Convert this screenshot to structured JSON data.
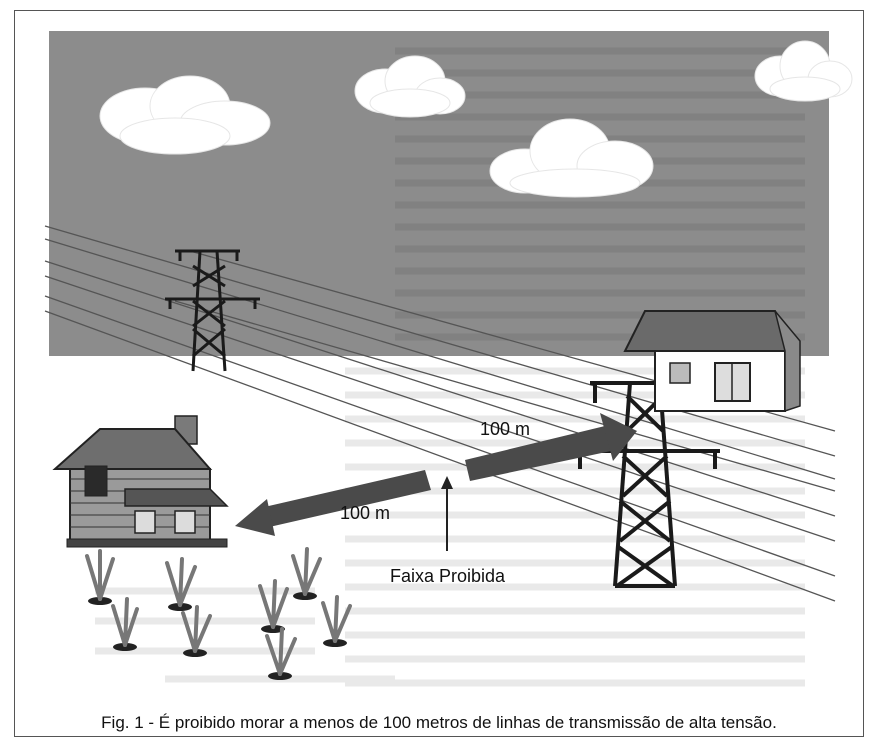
{
  "figure": {
    "caption": "Fig. 1 - É proibido morar a menos de 100 metros de linhas de transmissão de alta tensão.",
    "label_distance_right": "100 m",
    "label_distance_left": "100 m",
    "label_forbidden_strip": "Faixa Proibida",
    "colors": {
      "sky": "#8c8c8c",
      "ground": "#ffffff",
      "arrow": "#4a4a4a",
      "tower": "#1a1a1a",
      "cloud": "#ffffff"
    },
    "icons": [
      "cloud-icon",
      "transmission-tower-icon",
      "house-icon",
      "log-cabin-icon",
      "grass-tuft-icon",
      "arrow-icon"
    ]
  }
}
